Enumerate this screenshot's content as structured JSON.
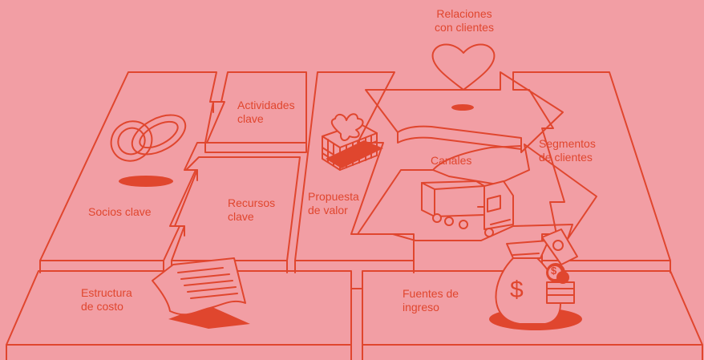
{
  "colors": {
    "background": "#f29ea4",
    "accent": "#e0462e"
  },
  "blocks": {
    "relaciones": [
      "Relaciones",
      "con clientes"
    ],
    "actividades": [
      "Actividades",
      "clave"
    ],
    "segmentos": [
      "Segmentos",
      "de clientes"
    ],
    "canales": [
      "Canales"
    ],
    "recursos": [
      "Recursos",
      "clave"
    ],
    "propuesta": [
      "Propuesta",
      "de valor"
    ],
    "socios": [
      "Socios clave"
    ],
    "estructura": [
      "Estructura",
      "de costo"
    ],
    "fuentes": [
      "Fuentes de",
      "ingreso"
    ]
  },
  "icons": [
    "rings-icon",
    "gift-box-icon",
    "heart-icon",
    "truck-icon",
    "money-bag-icon",
    "coin-stack-icon",
    "receipt-icon",
    "arrow-icon"
  ],
  "money_symbol": "$"
}
